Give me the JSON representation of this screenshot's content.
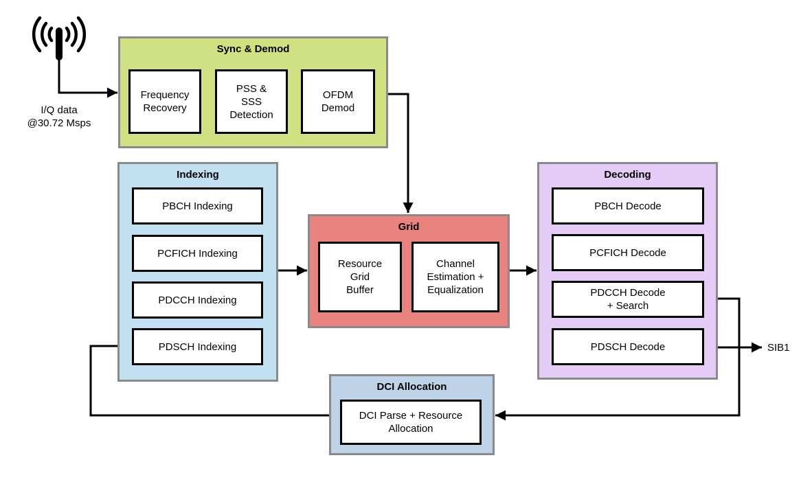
{
  "antenna": {
    "icon": "antenna-icon",
    "label": "I/Q data\n@30.72 Msps"
  },
  "output": {
    "label": "SIB1"
  },
  "colors": {
    "wire": "#000000",
    "group_border": "#8a8a8a",
    "block_border": "#000000",
    "block_fill": "#ffffff"
  },
  "groups": [
    {
      "id": "sync-demod",
      "title": "Sync & Demod",
      "color": "#d0e183",
      "blocks": [
        "Frequency\nRecovery",
        "PSS &\nSSS\nDetection",
        "OFDM\nDemod"
      ]
    },
    {
      "id": "indexing",
      "title": "Indexing",
      "color": "#c3dff2",
      "blocks": [
        "PBCH Indexing",
        "PCFICH Indexing",
        "PDCCH Indexing",
        "PDSCH Indexing"
      ]
    },
    {
      "id": "grid",
      "title": "Grid",
      "color": "#e8837f",
      "blocks": [
        "Resource\nGrid\nBuffer",
        "Channel\nEstimation +\nEqualization"
      ]
    },
    {
      "id": "decoding",
      "title": "Decoding",
      "color": "#e4ccf7",
      "blocks": [
        "PBCH Decode",
        "PCFICH Decode",
        "PDCCH Decode\n+ Search",
        "PDSCH Decode"
      ]
    },
    {
      "id": "dci-allocation",
      "title": "DCI Allocation",
      "color": "#bed3e8",
      "blocks": [
        "DCI Parse + Resource\nAllocation"
      ]
    }
  ],
  "connections": [
    {
      "from": "antenna",
      "to": "sync-demod"
    },
    {
      "from": "sync-demod",
      "to": "grid"
    },
    {
      "from": "indexing",
      "to": "grid"
    },
    {
      "from": "grid",
      "to": "decoding"
    },
    {
      "from": "decoding.pdcch-decode-search",
      "to": "dci-allocation"
    },
    {
      "from": "decoding.pdsch-decode",
      "to": "sib1-output"
    },
    {
      "from": "dci-allocation",
      "to": "indexing.pdsch-indexing"
    }
  ]
}
